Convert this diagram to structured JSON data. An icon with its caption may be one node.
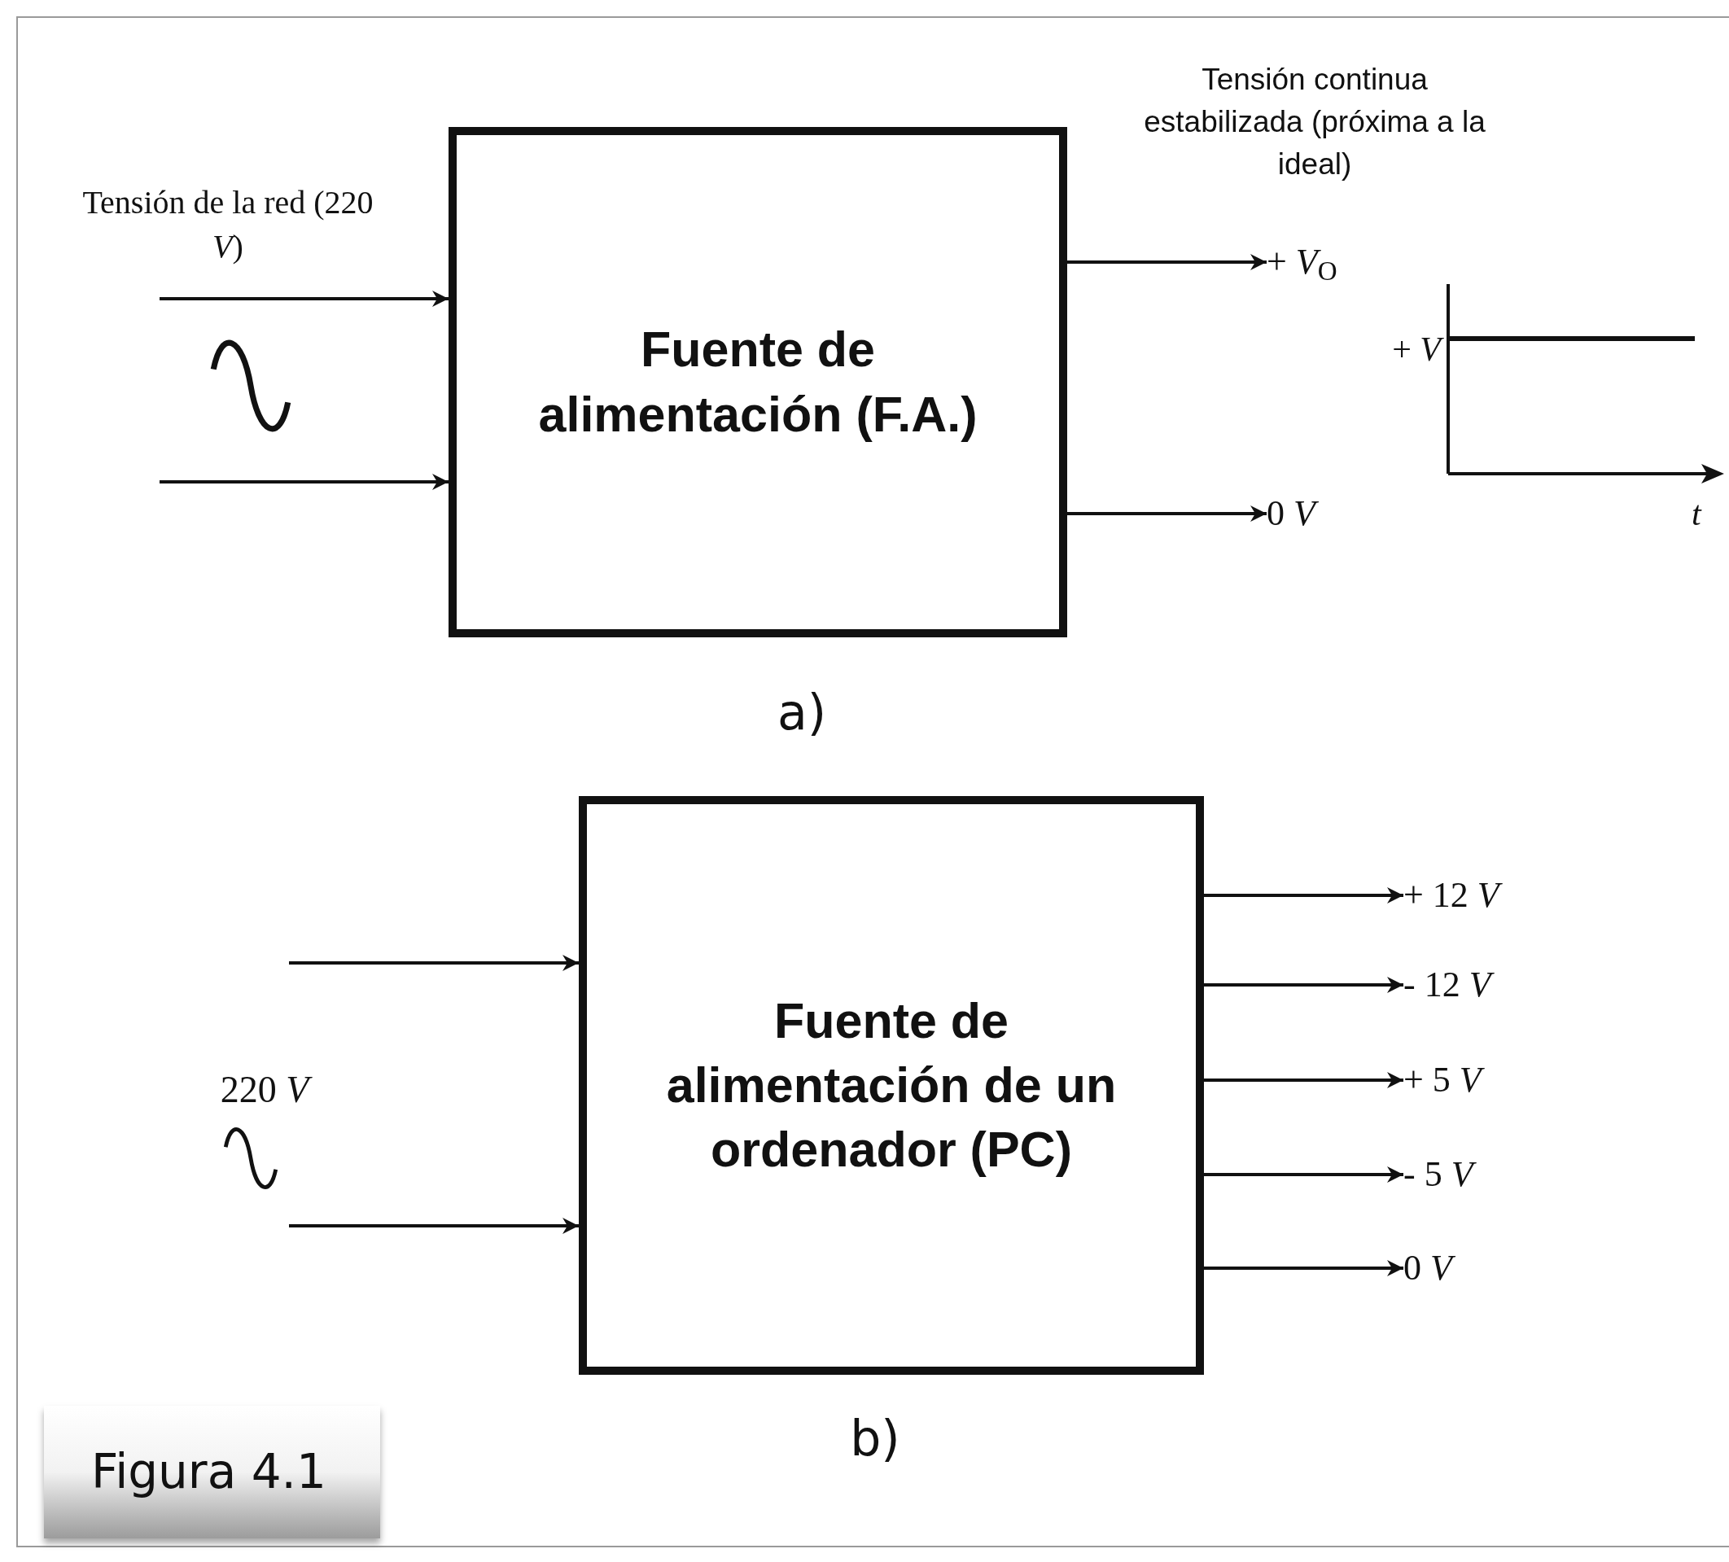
{
  "diagram": {
    "caption": "Figura 4.1",
    "nodes": [
      {
        "text": [
          "Fuente de alimentación (F.A.)"
        ]
      },
      {
        "text": [
          "+ *V*$_{O}$"
        ]
      },
      {
        "text": [
          "0 *V*"
        ]
      },
      {
        "text": [
          "Fuente de alimentación de un ordenador (PC)"
        ]
      },
      {
        "text": [
          "+ 12 *V*"
        ]
      },
      {
        "text": [
          "- 12 *V*"
        ]
      },
      {
        "text": [
          "+ 5 *V*"
        ]
      },
      {
        "text": [
          "- 5 *V*"
        ]
      },
      {
        "text": [
          "0 *V*"
        ]
      }
    ],
    "edges": [
      {
        "from": null,
        "to": 0,
        "arrow": "to"
      },
      {
        "from": null,
        "to": 0,
        "arrow": "to"
      },
      {
        "from": 0,
        "to": 1,
        "arrow": "to"
      },
      {
        "from": 0,
        "to": 2,
        "arrow": "to"
      },
      {
        "from": null,
        "to": 3,
        "arrow": "to"
      },
      {
        "from": null,
        "to": 3,
        "arrow": "to"
      },
      {
        "from": 3,
        "to": 4,
        "arrow": "to"
      },
      {
        "from": 3,
        "to": 5,
        "arrow": "to"
      },
      {
        "from": 3,
        "to": 6,
        "arrow": "to"
      },
      {
        "from": 3,
        "to": 7,
        "arrow": "to"
      },
      {
        "from": 3,
        "to": 8,
        "arrow": "to"
      }
    ],
    "labels": [
      "Tensión continua estabilizada (próxima a la ideal)",
      "Tensión de la red (220 *V*)",
      "+ *V*",
      "t",
      "a)",
      "220 *V*",
      "b)"
    ]
  }
}
